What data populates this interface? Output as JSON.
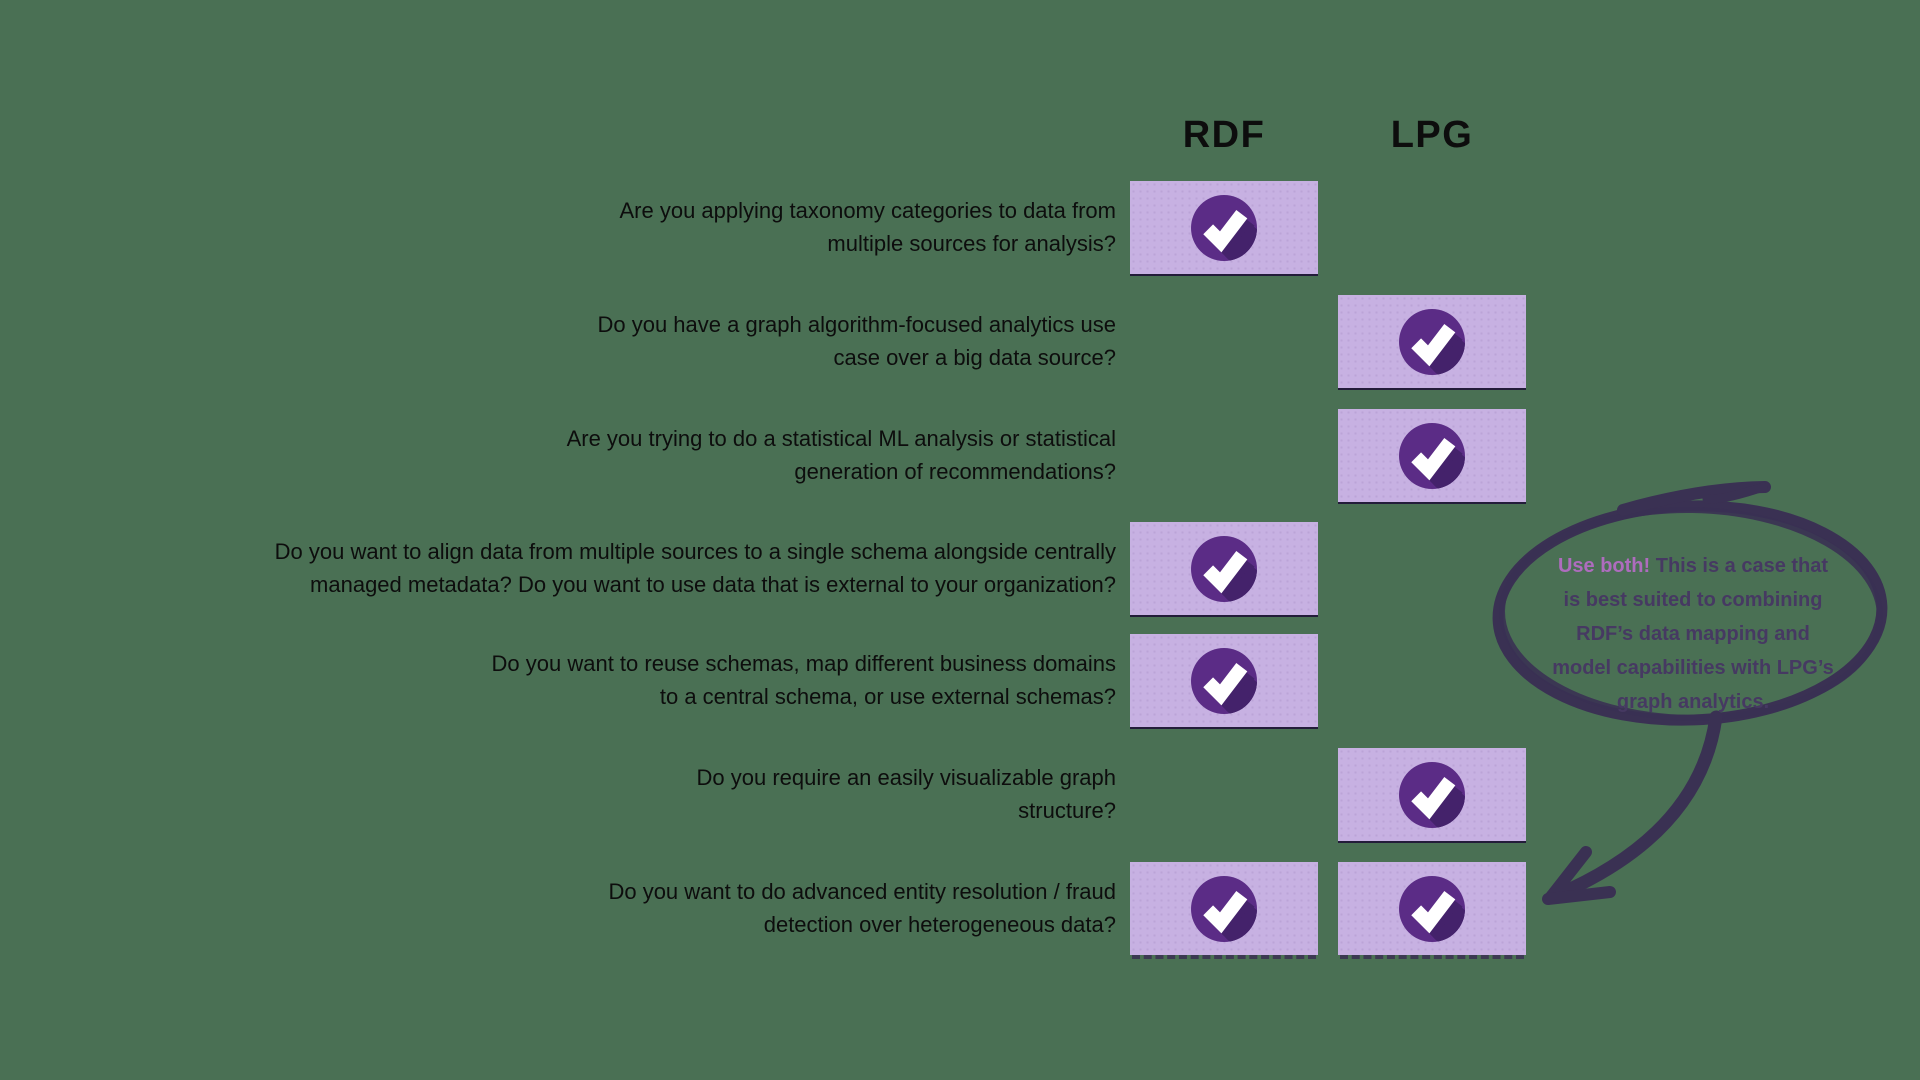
{
  "columns": [
    {
      "key": "rdf",
      "label": "RDF"
    },
    {
      "key": "lpg",
      "label": "LPG"
    }
  ],
  "rows": [
    {
      "question": "Are you applying taxonomy categories to data from\nmultiple sources for analysis?",
      "rdf": true,
      "lpg": false
    },
    {
      "question": "Do you have a graph algorithm-focused analytics use\ncase over a big data source?",
      "rdf": false,
      "lpg": true
    },
    {
      "question": "Are you trying to do a statistical ML analysis or statistical\ngeneration of recommendations?",
      "rdf": false,
      "lpg": true
    },
    {
      "question": "Do you want to align data from multiple sources to a single schema alongside centrally\nmanaged metadata? Do you want to use data that is external to your organization?",
      "rdf": true,
      "lpg": false
    },
    {
      "question": "Do you want to reuse schemas, map different business domains\nto a central schema, or use external schemas?",
      "rdf": true,
      "lpg": false
    },
    {
      "question": "Do you require an easily visualizable graph\nstructure?",
      "rdf": false,
      "lpg": true
    },
    {
      "question": "Do you want to do advanced entity resolution / fraud\ndetection over heterogeneous data?",
      "rdf": true,
      "lpg": true
    }
  ],
  "annotation": {
    "highlight": "Use both!",
    "line1": "This is a case that",
    "line2": "is best suited to combining",
    "line3": "RDF’s data mapping and",
    "line4": "model capabilities with LPG’s",
    "line5": "graph analytics."
  },
  "colors": {
    "bg": "#4A7054",
    "box": "#C7B1E2",
    "circle": "#5B2C86",
    "circleShadow": "#44226B",
    "check": "#FFFFFF",
    "ink": "#3A3153",
    "text": "#0D0D0D",
    "bubbleText": "#463962",
    "highlight": "#AE6CBE"
  }
}
